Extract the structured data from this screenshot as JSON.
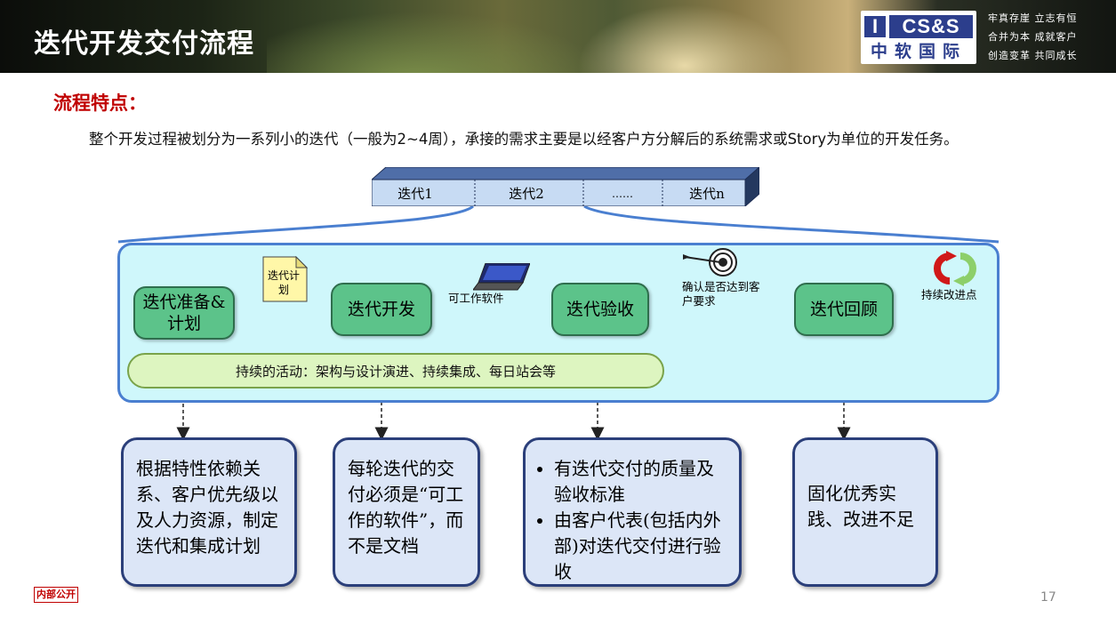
{
  "header": {
    "title": "迭代开发交付流程",
    "logo_mark": "I",
    "logo_en": "CS&S",
    "logo_cn": "中软国际",
    "slogans": [
      "牢真存崖  立志有恒",
      "合并为本  成就客户",
      "创造变革  共同成长"
    ]
  },
  "section": {
    "heading": "流程特点：",
    "description": "整个开发过程被划分为一系列小的迭代（一般为2~4周），承接的需求主要是以经客户方分解后的系统需求或Story为单位的开发任务。"
  },
  "iterations": [
    "迭代1",
    "迭代2",
    "……",
    "迭代n"
  ],
  "stages": [
    {
      "label": "迭代准备&计划"
    },
    {
      "label": "迭代开发"
    },
    {
      "label": "迭代验收"
    },
    {
      "label": "迭代回顾"
    }
  ],
  "notes": {
    "doc": "迭代计划",
    "laptop": "可工作软件",
    "target": "确认是否达到客户要求",
    "improve": "持续改进点"
  },
  "activity": "持续的活动：架构与设计演进、持续集成、每日站会等",
  "boxes": {
    "plan": "根据特性依赖关系、客户优先级以及人力资源，制定迭代和集成计划",
    "dev": "每轮迭代的交付必须是“可工作的软件”，而不是文档",
    "accept": [
      "有迭代交付的质量及验收标准",
      "由客户代表(包括内外部)对迭代交付进行验收"
    ],
    "review": "固化优秀实践、改进不足"
  },
  "footer": {
    "tag": "内部公开",
    "page": "17"
  },
  "colors": {
    "panel_fill": "#cff7fb",
    "panel_border": "#4a7fd0",
    "stage_fill": "#5cc38a",
    "box_fill": "#dce6f7",
    "box_border": "#2b3f7a",
    "heading": "#c00000"
  }
}
